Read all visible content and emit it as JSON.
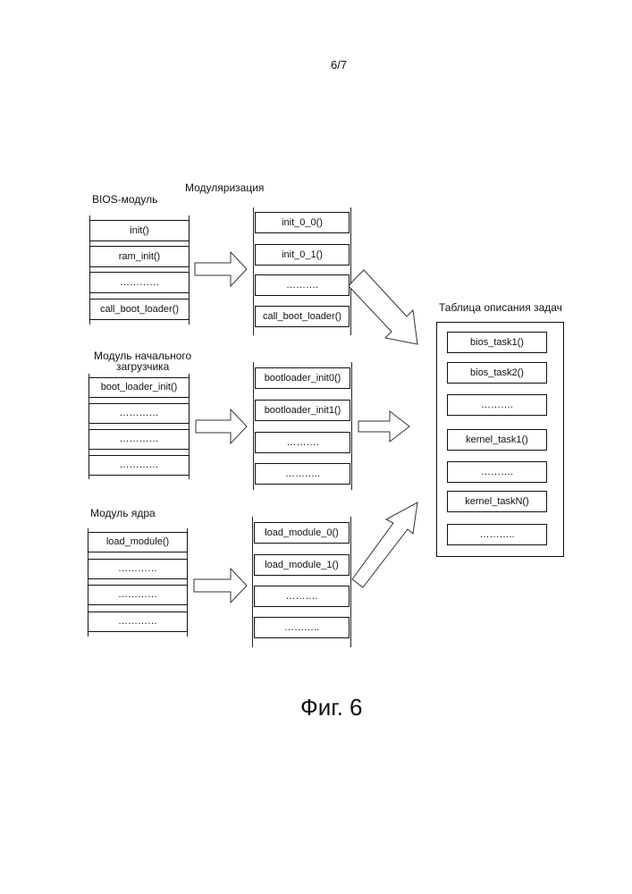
{
  "page_number": "6/7",
  "labels": {
    "modularization": "Модуляризация",
    "bios_module": "BIOS-модуль",
    "bootloader_module_line1": "Модуль начального",
    "bootloader_module_line2": "загрузчика",
    "kernel_module": "Модуль ядра",
    "task_table": "Таблица описания задач"
  },
  "bios_module": [
    "init()",
    "ram_init()",
    "…………",
    "call_boot_loader()"
  ],
  "bios_modularized": [
    "init_0_0()",
    "init_0_1()",
    "……….",
    "call_boot_loader()"
  ],
  "bootloader_module": [
    "boot_loader_init()",
    "…………",
    "…………",
    "…………"
  ],
  "bootloader_modularized": [
    "bootloader_init0()",
    "bootloader_init1()",
    "……….",
    "……….."
  ],
  "kernel_module": [
    "load_module()",
    "…………",
    "…………",
    "…………"
  ],
  "kernel_modularized": [
    "load_module_0()",
    "load_module_1()",
    "……….",
    "……….."
  ],
  "task_table": [
    "bios_task1()",
    "bios_task2()",
    "……….",
    "kernel_task1()",
    "……….",
    "kernel_taskN()",
    "……….."
  ],
  "caption": "Фиг. 6"
}
